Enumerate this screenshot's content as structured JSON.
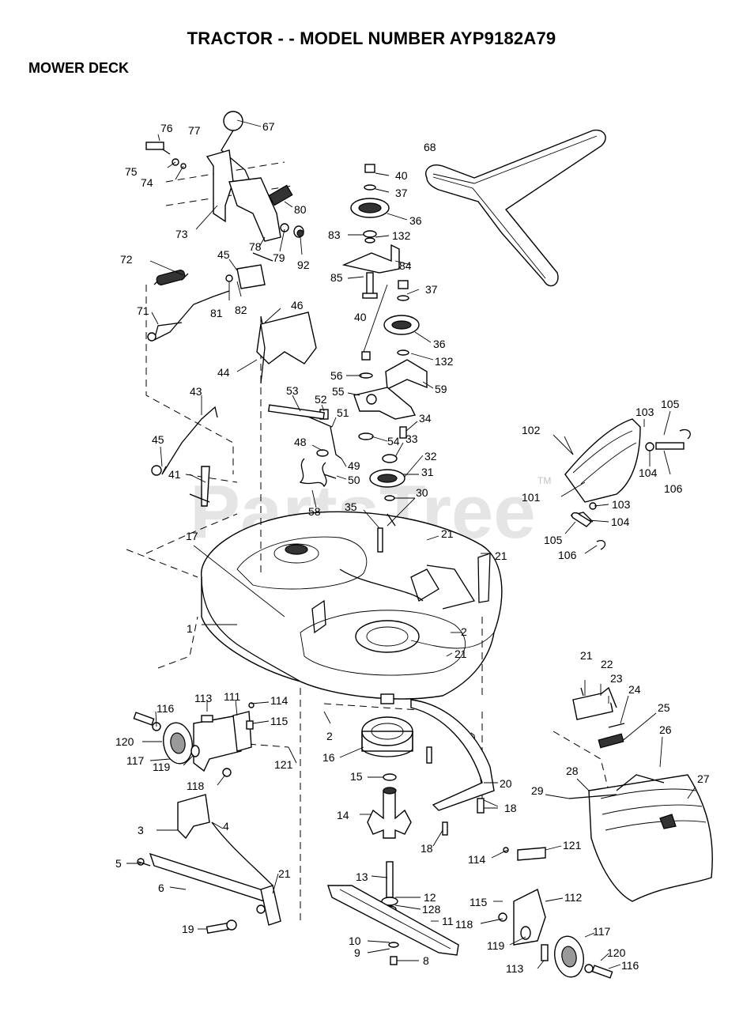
{
  "header": {
    "title": "TRACTOR - - MODEL NUMBER AYP9182A79",
    "section": "MOWER DECK"
  },
  "watermark": {
    "text": "PartsTree",
    "trademark": "TM"
  },
  "callouts": [
    "76",
    "77",
    "67",
    "75",
    "74",
    "80",
    "73",
    "78",
    "79",
    "92",
    "68",
    "40",
    "37",
    "36",
    "83",
    "132",
    "84",
    "85",
    "72",
    "45",
    "82",
    "81",
    "71",
    "46",
    "44",
    "37",
    "40",
    "36",
    "132",
    "56",
    "59",
    "55",
    "53",
    "52",
    "51",
    "34",
    "48",
    "54",
    "33",
    "49",
    "50",
    "32",
    "31",
    "58",
    "35",
    "30",
    "43",
    "45",
    "41",
    "102",
    "103",
    "105",
    "101",
    "104",
    "106",
    "103",
    "104",
    "105",
    "106",
    "17",
    "21",
    "21",
    "1",
    "2",
    "21",
    "113",
    "111",
    "114",
    "116",
    "115",
    "120",
    "117",
    "119",
    "121",
    "2",
    "16",
    "118",
    "15",
    "20",
    "14",
    "18",
    "3",
    "4",
    "18",
    "5",
    "21",
    "6",
    "13",
    "12",
    "128",
    "11",
    "19",
    "10",
    "9",
    "8",
    "21",
    "22",
    "23",
    "24",
    "25",
    "26",
    "28",
    "29",
    "27",
    "114",
    "121",
    "115",
    "112",
    "118",
    "119",
    "117",
    "120",
    "116",
    "113"
  ]
}
